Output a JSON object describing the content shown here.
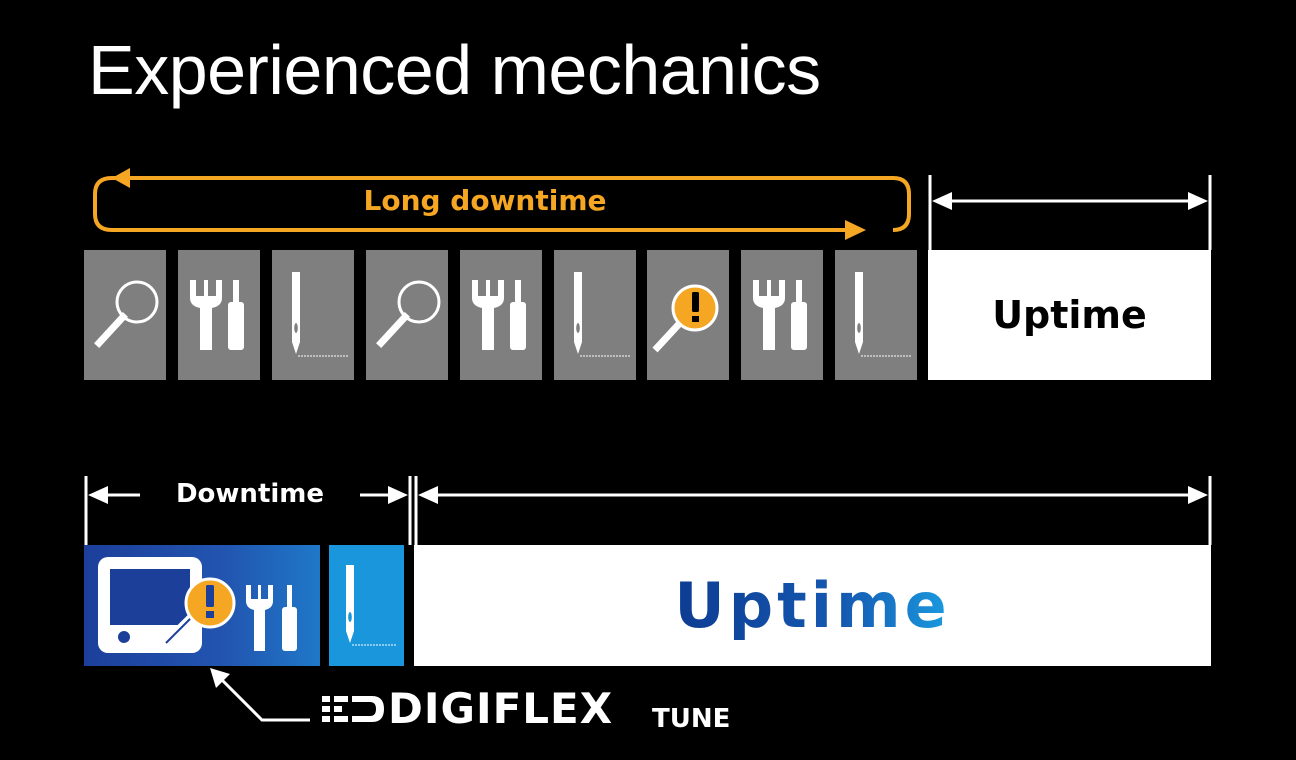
{
  "title": "Experienced mechanics",
  "row1": {
    "bracket_label": "Long downtime",
    "uptime_label": "Uptime",
    "tiles": [
      "magnifier-icon",
      "wrench-screwdriver-icon",
      "needle-icon",
      "magnifier-icon",
      "wrench-screwdriver-icon",
      "needle-icon",
      "magnifier-alert-icon",
      "wrench-screwdriver-icon",
      "needle-icon"
    ]
  },
  "row2": {
    "bracket_label": "Downtime",
    "uptime_label": "Uptime",
    "tiles": [
      "monitor-alert-tools-icon",
      "needle-icon"
    ]
  },
  "brand": {
    "name": "DIGIFLEX",
    "suffix": "TUNE"
  },
  "colors": {
    "accent": "#f5a623",
    "tile_gray": "#7f7f7f",
    "digi_blue": "#1c3f9a",
    "needle_blue": "#1996dc"
  }
}
